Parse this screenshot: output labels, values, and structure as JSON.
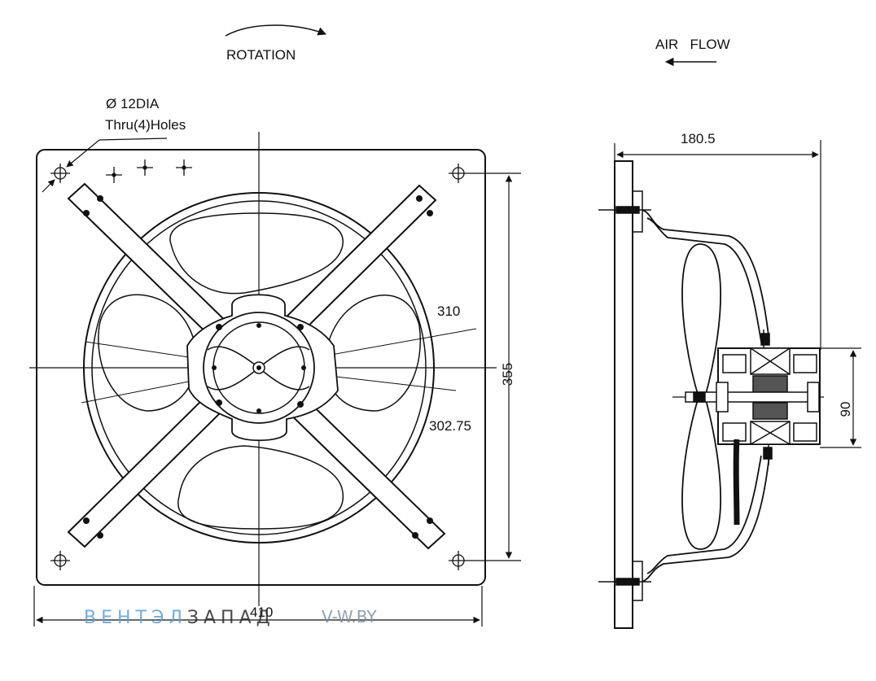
{
  "labels": {
    "rotation": "ROTATION",
    "air_flow": "AIR   FLOW",
    "hole_spec_line1": "Ø 12DIA",
    "hole_spec_line2": "Thru(4)Holes"
  },
  "dimensions": {
    "frame_width": "410",
    "mounting_distance": "355",
    "blade_diameter": "310",
    "inner_diameter": "302.75",
    "depth": "180.5",
    "motor_width": "90"
  },
  "watermark": {
    "brand_part1": "ВЕНТЭЛ",
    "brand_part2": "ЗАПАД",
    "site": "V-W.BY",
    "color_part1": "#5b9fd8",
    "color_part2": "#2b2b2b",
    "color_site": "#7d8fa4"
  }
}
